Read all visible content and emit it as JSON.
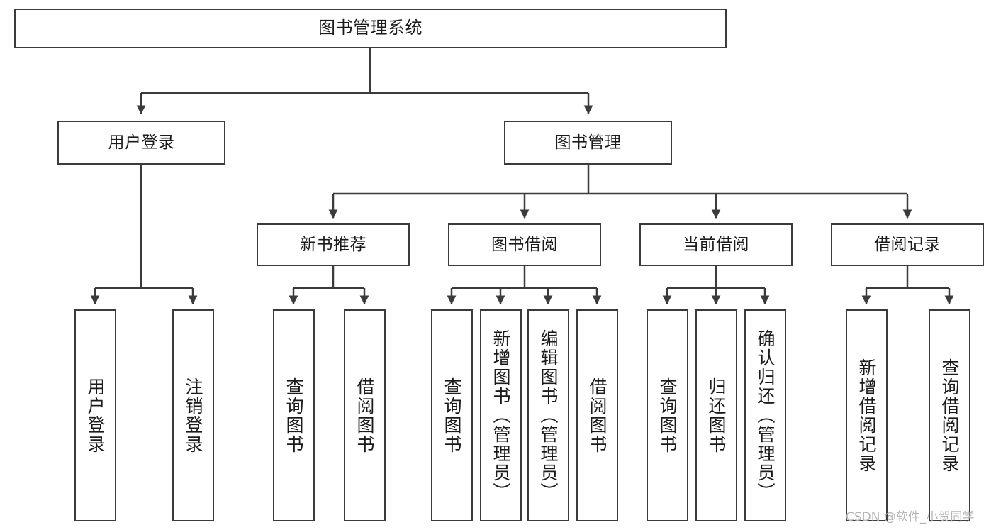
{
  "diagram": {
    "title": "图书管理系统",
    "type": "tree",
    "stroke_color": "#3b3b3b",
    "fill_color": "#ffffff",
    "text_color": "#1b1b1b"
  },
  "nodes": {
    "root": {
      "label": "图书管理系统"
    },
    "level2": [
      {
        "label": "用户登录"
      },
      {
        "label": "图书管理"
      }
    ],
    "level3": [
      {
        "label": "新书推荐"
      },
      {
        "label": "图书借阅"
      },
      {
        "label": "当前借阅"
      },
      {
        "label": "借阅记录"
      }
    ],
    "leaves_user_login": [
      {
        "label": "用户登录"
      },
      {
        "label": "注销登录"
      }
    ],
    "leaves_new_book": [
      {
        "label": "查询图书"
      },
      {
        "label": "借阅图书"
      }
    ],
    "leaves_borrow": [
      {
        "label": "查询图书"
      },
      {
        "label": "新增图书（管理员）"
      },
      {
        "label": "编辑图书（管理员）"
      },
      {
        "label": "借阅图书"
      }
    ],
    "leaves_current": [
      {
        "label": "查询图书"
      },
      {
        "label": "归还图书"
      },
      {
        "label": "确认归还（管理员）"
      }
    ],
    "leaves_records": [
      {
        "label": "新增借阅记录"
      },
      {
        "label": "查询借阅记录"
      }
    ]
  },
  "watermark": {
    "text": "CSDN @软件_小贺同学"
  }
}
